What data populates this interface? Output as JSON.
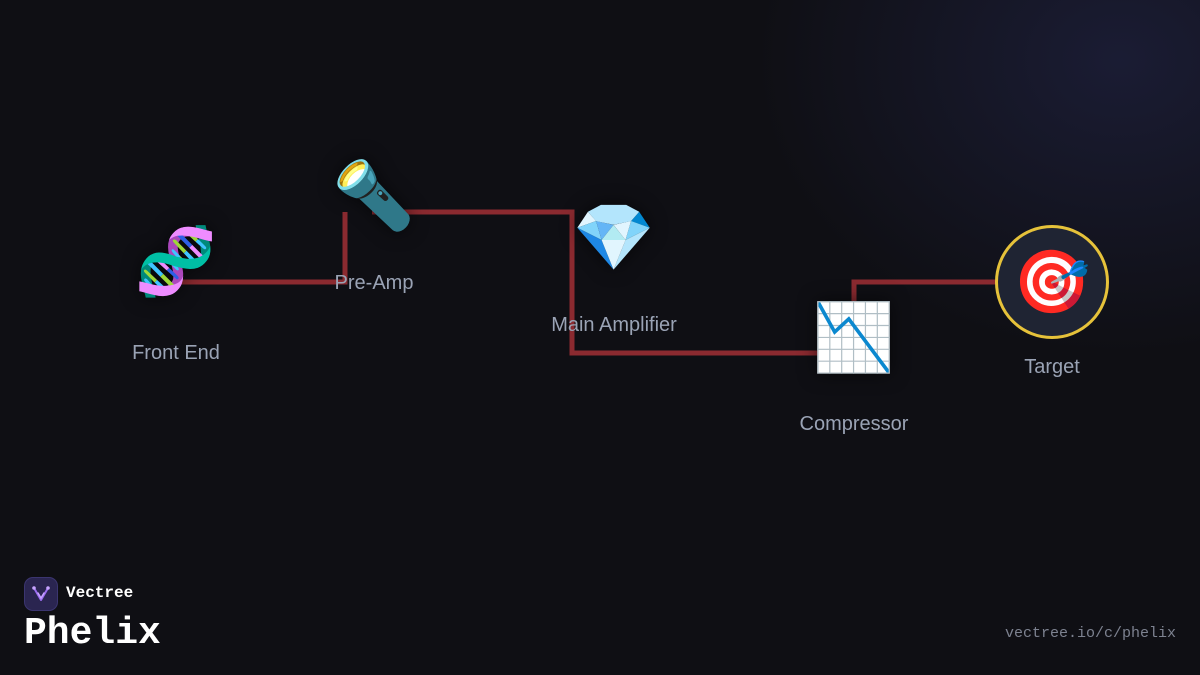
{
  "diagram": {
    "wire_color": "#8b2a30",
    "nodes": [
      {
        "id": "front-end",
        "label": "Front End",
        "icon_name": "dna-icon",
        "glyph": "🧬"
      },
      {
        "id": "pre-amp",
        "label": "Pre-Amp",
        "icon_name": "flashlight-icon",
        "glyph": "🔦"
      },
      {
        "id": "main-amplifier",
        "label": "Main Amplifier",
        "icon_name": "gem-icon",
        "glyph": "💎"
      },
      {
        "id": "compressor",
        "label": "Compressor",
        "icon_name": "chart-decreasing-icon",
        "glyph": "📉"
      },
      {
        "id": "target",
        "label": "Target",
        "icon_name": "bullseye-icon",
        "glyph": "🎯",
        "ring_color": "#e6c23a"
      }
    ],
    "connections": [
      {
        "from": "front-end",
        "to": "pre-amp"
      },
      {
        "from": "pre-amp",
        "to": "main-amplifier"
      },
      {
        "from": "main-amplifier",
        "to": "compressor"
      },
      {
        "from": "compressor",
        "to": "target"
      }
    ]
  },
  "brand": {
    "company": "Vectree",
    "product": "Phelix",
    "url": "vectree.io/c/phelix",
    "accent": "#7b4fd6"
  }
}
